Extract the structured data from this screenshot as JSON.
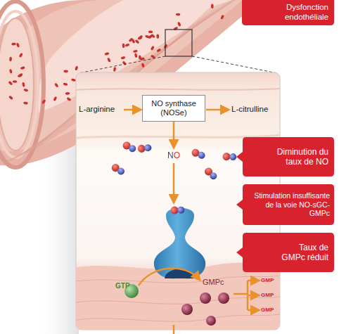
{
  "diagram": {
    "nodes": [
      {
        "text": [
          "Dysfonction endothéliale"
        ]
      },
      {
        "text": [
          "NO synthase (NOSe)"
        ]
      },
      {
        "text": [
          "Diminution du taux de NO"
        ]
      },
      {
        "text": [
          "Stimulation insuffisante de la voie NO-sGC-GMPc"
        ]
      },
      {
        "text": [
          "Taux de GMPc réduit"
        ]
      }
    ],
    "labels": [
      "L-arginine",
      "L-citrulline",
      "NO",
      "GTP",
      "GMPc",
      "GMP",
      "GMP",
      "GMP"
    ]
  }
}
